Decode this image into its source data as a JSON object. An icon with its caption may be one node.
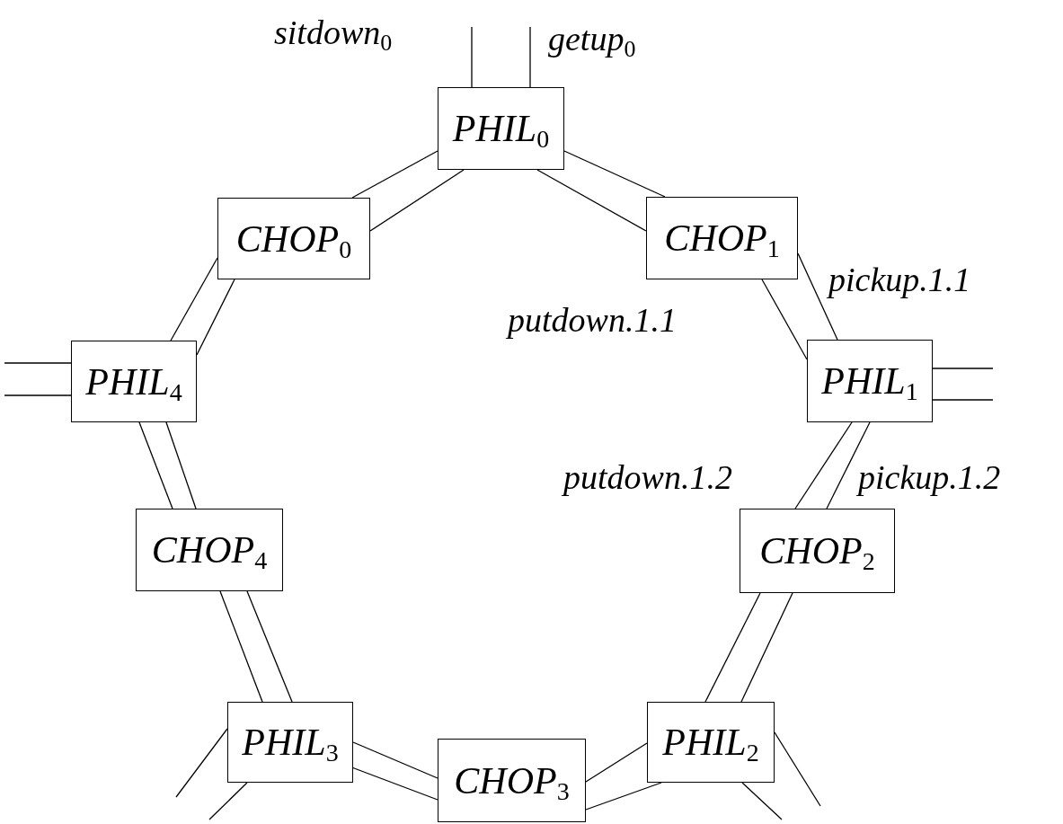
{
  "diagram": {
    "nodes": [
      {
        "text": [
          "PHIL$_{0}$"
        ]
      },
      {
        "text": [
          "CHOP$_{0}$"
        ]
      },
      {
        "text": [
          "CHOP$_{1}$"
        ]
      },
      {
        "text": [
          "PHIL$_{4}$"
        ]
      },
      {
        "text": [
          "PHIL$_{1}$"
        ]
      },
      {
        "text": [
          "CHOP$_{4}$"
        ]
      },
      {
        "text": [
          "CHOP$_{2}$"
        ]
      },
      {
        "text": [
          "PHIL$_{3}$"
        ]
      },
      {
        "text": [
          "PHIL$_{2}$"
        ]
      },
      {
        "text": [
          "CHOP$_{3}$"
        ]
      }
    ],
    "edges": [
      {
        "from": 0,
        "to": 1,
        "arrow": "none"
      },
      {
        "from": 0,
        "to": 1,
        "arrow": "none"
      },
      {
        "from": 0,
        "to": 2,
        "arrow": "none"
      },
      {
        "from": 0,
        "to": 2,
        "arrow": "none"
      },
      {
        "from": 2,
        "to": 4,
        "arrow": "none",
        "label": "pickup.1.1"
      },
      {
        "from": 2,
        "to": 4,
        "arrow": "none",
        "label": "putdown.1.1"
      },
      {
        "from": 4,
        "to": 6,
        "arrow": "none",
        "label": "putdown.1.2"
      },
      {
        "from": 4,
        "to": 6,
        "arrow": "none",
        "label": "pickup.1.2"
      },
      {
        "from": 6,
        "to": 8,
        "arrow": "none"
      },
      {
        "from": 6,
        "to": 8,
        "arrow": "none"
      },
      {
        "from": 8,
        "to": 9,
        "arrow": "none"
      },
      {
        "from": 8,
        "to": 9,
        "arrow": "none"
      },
      {
        "from": 9,
        "to": 7,
        "arrow": "none"
      },
      {
        "from": 9,
        "to": 7,
        "arrow": "none"
      },
      {
        "from": 7,
        "to": 5,
        "arrow": "none"
      },
      {
        "from": 7,
        "to": 5,
        "arrow": "none"
      },
      {
        "from": 5,
        "to": 3,
        "arrow": "none"
      },
      {
        "from": 5,
        "to": 3,
        "arrow": "none"
      },
      {
        "from": 3,
        "to": 1,
        "arrow": "none"
      },
      {
        "from": 3,
        "to": 1,
        "arrow": "none"
      },
      {
        "from": 0,
        "to": null,
        "arrow": "none",
        "label": "sitdown$_{0}$"
      },
      {
        "from": 0,
        "to": null,
        "arrow": "none",
        "label": "getup$_{0}$"
      },
      {
        "from": 4,
        "to": null,
        "arrow": "none"
      },
      {
        "from": 4,
        "to": null,
        "arrow": "none"
      },
      {
        "from": 3,
        "to": null,
        "arrow": "none"
      },
      {
        "from": 3,
        "to": null,
        "arrow": "none"
      },
      {
        "from": 7,
        "to": null,
        "arrow": "none"
      },
      {
        "from": 7,
        "to": null,
        "arrow": "none"
      },
      {
        "from": 8,
        "to": null,
        "arrow": "none"
      },
      {
        "from": 8,
        "to": null,
        "arrow": "none"
      }
    ]
  }
}
